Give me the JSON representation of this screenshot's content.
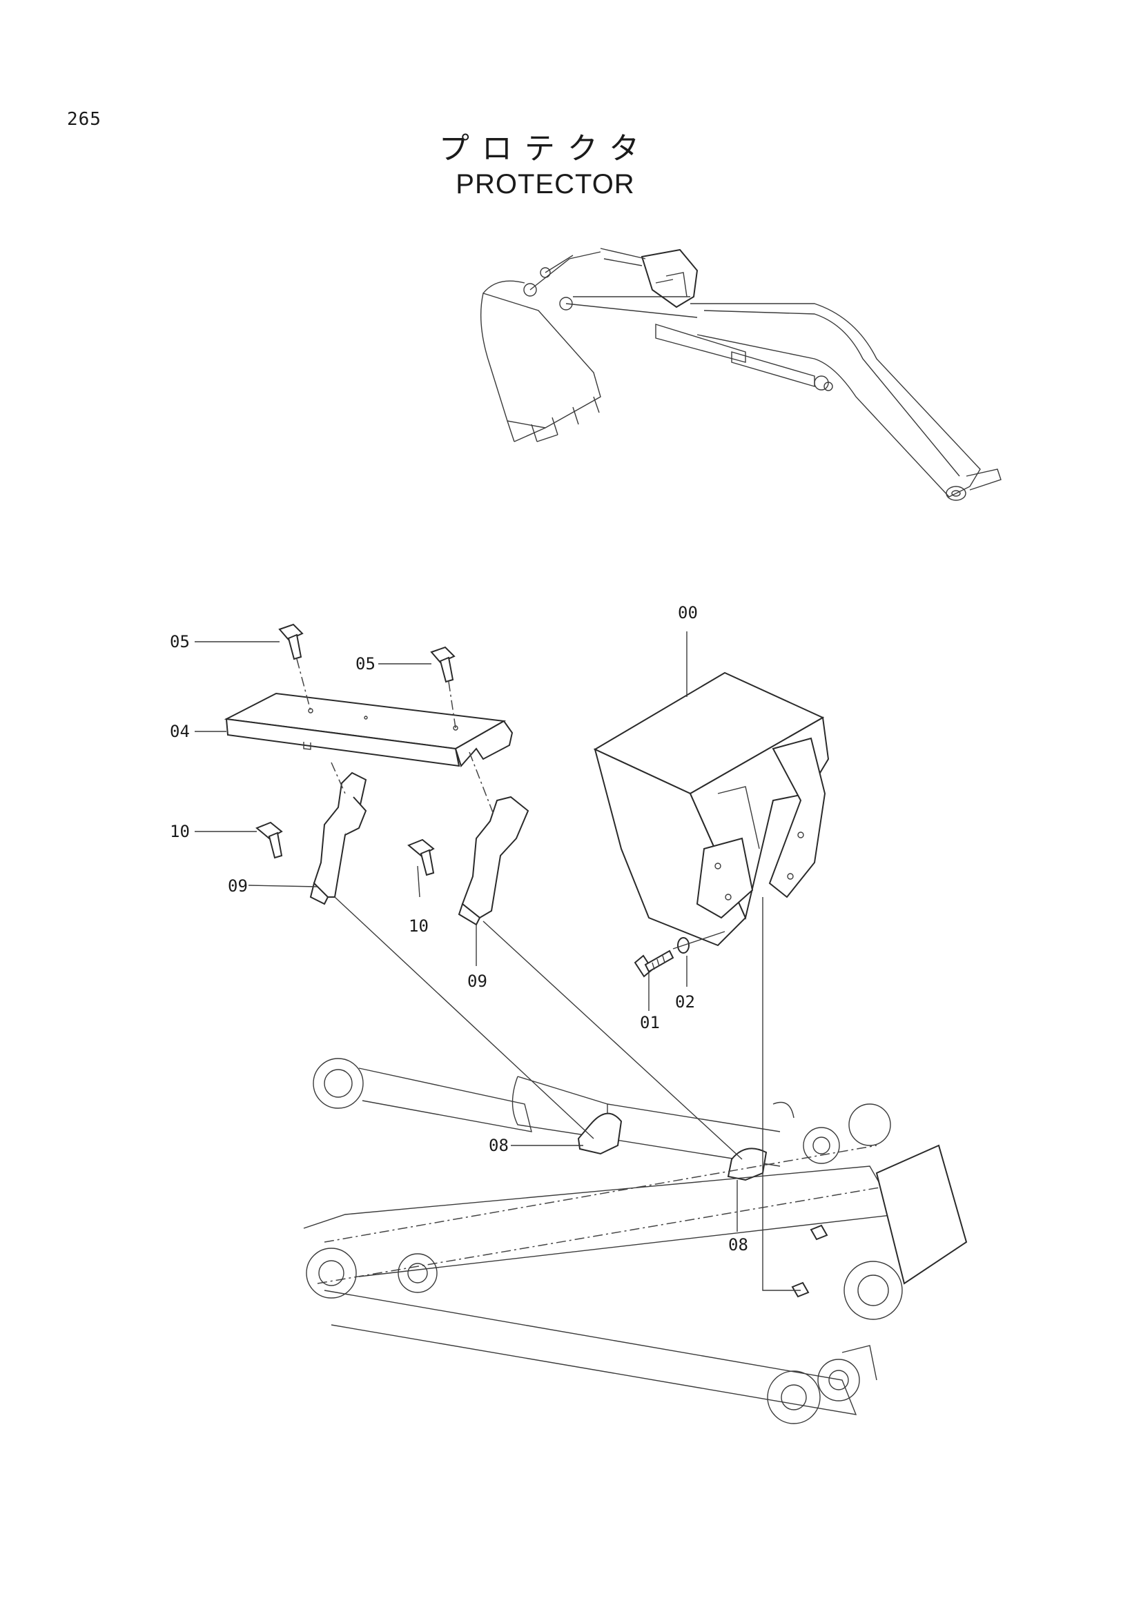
{
  "page_number": "265",
  "title_jp": "プロテクタ",
  "title_en": "PROTECTOR",
  "part_labels": {
    "p00": "00",
    "p01": "01",
    "p02": "02",
    "p04": "04",
    "p05_left": "05",
    "p05_right": "05",
    "p08_left": "08",
    "p08_right": "08",
    "p09_left": "09",
    "p09_right": "09",
    "p10_left": "10",
    "p10_right": "10"
  }
}
